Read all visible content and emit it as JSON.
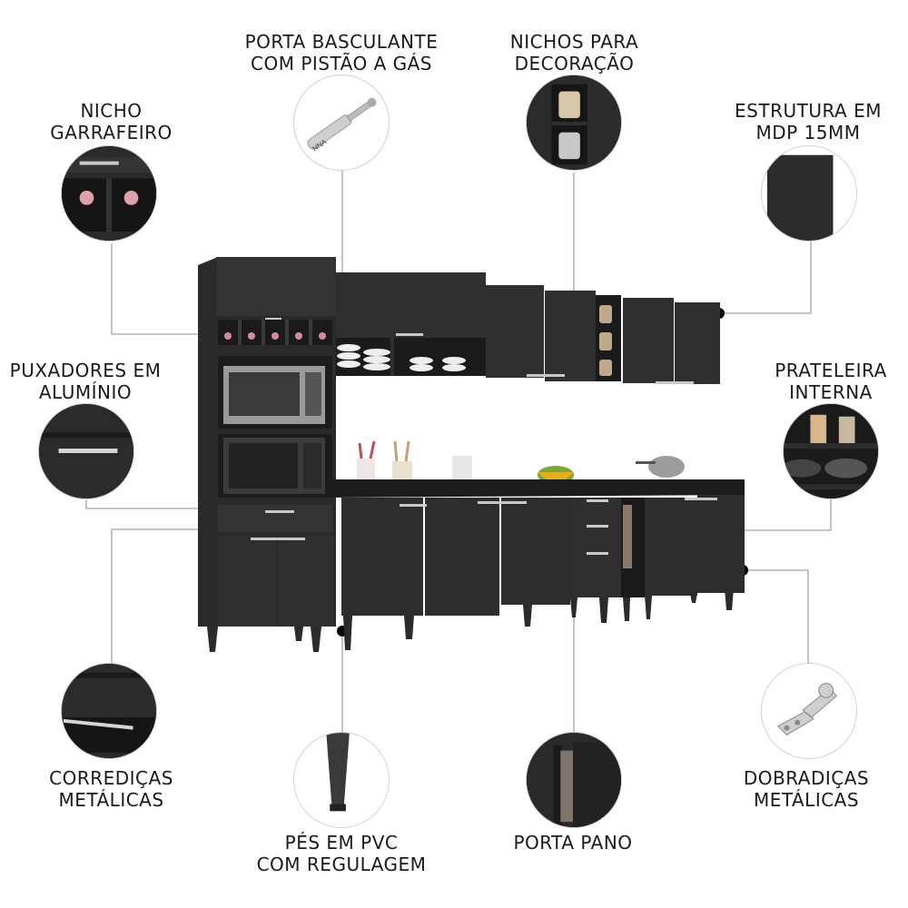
{
  "callouts": {
    "porta_basculante": [
      "PORTA BASCULANTE",
      "COM PISTÃO A GÁS"
    ],
    "nichos_decoracao": [
      "NICHOS PARA",
      "DECORAÇÃO"
    ],
    "nicho_garrafeiro": [
      "NICHO",
      "GARRAFEIRO"
    ],
    "estrutura": [
      "ESTRUTURA EM",
      "MDP 15MM"
    ],
    "puxadores": [
      "PUXADORES EM",
      "ALUMÍNIO"
    ],
    "prateleira": [
      "PRATELEIRA",
      "INTERNA"
    ],
    "corredicas": [
      "CORREDIÇAS",
      "METÁLICAS"
    ],
    "dobradicas": [
      "DOBRADIÇAS",
      "METÁLICAS"
    ],
    "pes": [
      "PÉS EM PVC",
      "COM REGULAGEM"
    ],
    "porta_pano": [
      "PORTA PANO"
    ]
  },
  "colors": {
    "furniture": "#2e2e2e",
    "furniture_dark": "#1f1f1f",
    "line": "#8a8a8a",
    "dot": "#000000"
  },
  "icons": {
    "gas_piston_text": "NNA"
  }
}
